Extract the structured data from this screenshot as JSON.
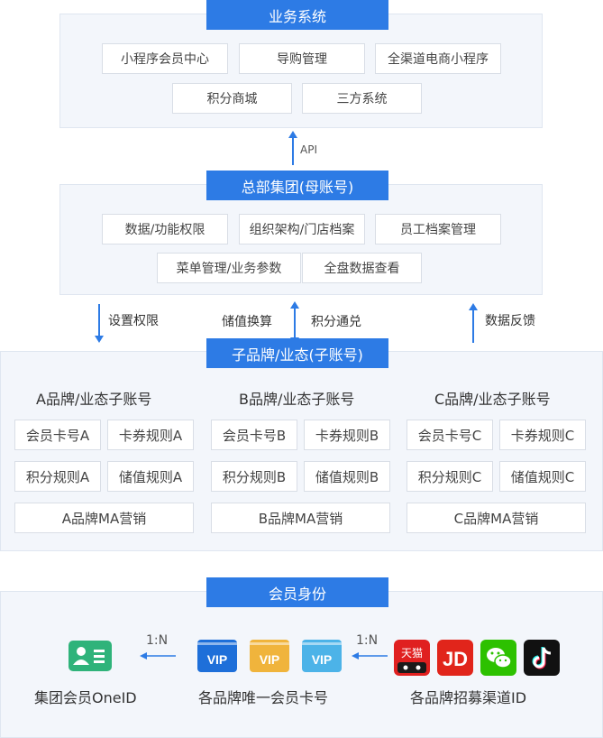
{
  "business": {
    "title": "业务系统",
    "items": [
      "小程序会员中心",
      "导购管理",
      "全渠道电商小程序",
      "积分商城",
      "三方系统"
    ]
  },
  "api_label": "API",
  "hq": {
    "title": "总部集团(母账号)",
    "items": [
      "数据/功能权限",
      "组织架构/门店档案",
      "员工档案管理",
      "菜单管理/业务参数",
      "全盘数据查看"
    ]
  },
  "links": {
    "set_permission": "设置权限",
    "stored_value_exchange": "储值换算",
    "points_exchange": "积分通兑",
    "data_feedback": "数据反馈"
  },
  "sub": {
    "title": "子品牌/业态(子账号)",
    "brands": [
      {
        "name": "A品牌/业态子账号",
        "items": [
          "会员卡号A",
          "卡券规则A",
          "积分规则A",
          "储值规则A"
        ],
        "ma": "A品牌MA营销"
      },
      {
        "name": "B品牌/业态子账号",
        "items": [
          "会员卡号B",
          "卡券规则B",
          "积分规则B",
          "储值规则B"
        ],
        "ma": "B品牌MA营销"
      },
      {
        "name": "C品牌/业态子账号",
        "items": [
          "会员卡号C",
          "卡券规则C",
          "积分规则C",
          "储值规则C"
        ],
        "ma": "C品牌MA营销"
      }
    ]
  },
  "identity": {
    "title": "会员身份",
    "ratio1": "1:N",
    "ratio2": "1:N",
    "oneid_label": "集团会员OneID",
    "card_label": "各品牌唯一会员卡号",
    "channel_label": "各品牌招募渠道ID",
    "vip_text": "VIP",
    "tmall_text": "天猫",
    "jd_text": "JD",
    "colors": {
      "blue": "#2d7be5",
      "vip_blue": "#1e6fd9",
      "vip_gold": "#f0b43c",
      "vip_cyan": "#4cb3e8",
      "green": "#2fb37a",
      "tmall_red": "#e02020",
      "jd_red": "#e1251b",
      "wechat": "#2dc100",
      "tiktok": "#111111"
    }
  }
}
